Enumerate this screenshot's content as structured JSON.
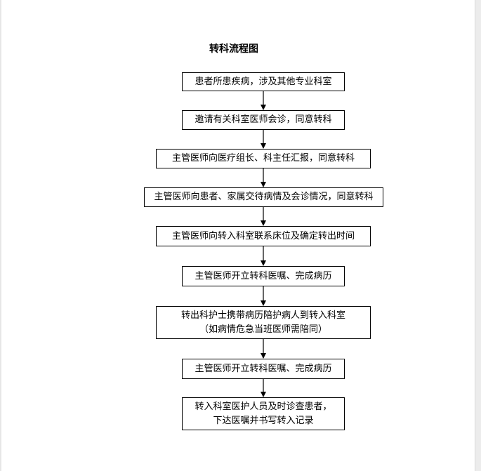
{
  "title": "转科流程图",
  "steps": [
    {
      "lines": [
        "患者所患疾病，涉及其他专业科室"
      ]
    },
    {
      "lines": [
        "邀请有关科室医师会诊，同意转科"
      ]
    },
    {
      "lines": [
        "主管医师向医疗组长、科主任汇报，同意转科"
      ]
    },
    {
      "lines": [
        "主管医师向患者、家属交待病情及会诊情况，同意转科"
      ]
    },
    {
      "lines": [
        "主管医师向转入科室联系床位及确定转出时间"
      ]
    },
    {
      "lines": [
        "主管医师开立转科医嘱、完成病历"
      ]
    },
    {
      "lines": [
        "转出科护士携带病历陪护病人到转入科室",
        "（如病情危急当班医师需陪同）"
      ]
    },
    {
      "lines": [
        "主管医师开立转科医嘱、完成病历"
      ]
    },
    {
      "lines": [
        "转入科室医护人员及时诊查患者，",
        "下达医嘱并书写转入记录"
      ]
    }
  ],
  "colors": {
    "stroke": "#000000",
    "background": "#ffffff"
  }
}
